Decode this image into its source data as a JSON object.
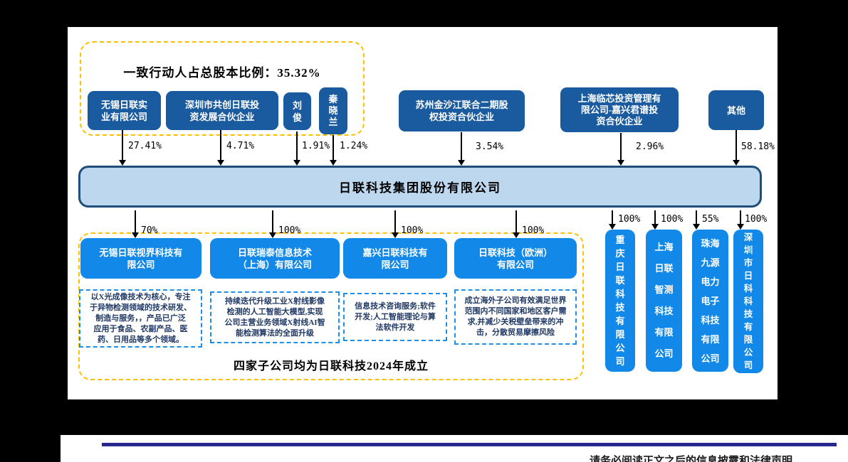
{
  "diagram": {
    "concerted_title": "一致行动人占总股本比例：35.32%",
    "shareholders": [
      {
        "name": "无锡日联实\n业有限公司",
        "pct": "27.41%"
      },
      {
        "name": "深圳市共创日联投\n资发展合伙企业",
        "pct": "4.71%"
      },
      {
        "name": "刘\n俊",
        "pct": "1.91%"
      },
      {
        "name": "秦\n晓\n兰",
        "pct": "1.24%"
      },
      {
        "name": "苏州金沙江联合二期股\n权投资合伙企业",
        "pct": "3.54%"
      },
      {
        "name": "上海临芯投资管理有\n限公司-嘉兴君谱投\n资合伙企业",
        "pct": "2.96%"
      },
      {
        "name": "其他",
        "pct": "58.18%"
      }
    ],
    "parent_company": "日联科技集团股份有限公司",
    "subsidiaries": [
      {
        "name": "无锡日联视界科技有\n限公司",
        "pct": "70%",
        "desc": "以X光成像技术为核心，专注\n于异物检测领域的技术研发、\n制造与服务，，产品已广泛\n应用于食品、农副产品、医\n药、日用品等多个领域。"
      },
      {
        "name": "日联瑞泰信息技术\n（上海）有限公司",
        "pct": "100%",
        "desc": "持续迭代升级工业X射线影像\n检测的人工智能大模型,实现\n公司主营业务领域X射线AI智\n能检测算法的全面升级"
      },
      {
        "name": "嘉兴日联科技有\n限公司",
        "pct": "100%",
        "desc": "信息技术咨询服务;软件\n开发;人工智能理论与算\n法软件开发"
      },
      {
        "name": "日联科技（欧洲）\n有限公司",
        "pct": "100%",
        "desc": "成立海外子公司有效满足世界\n范围内不同国家和地区客户需\n求,并减少关税壁垒带来的冲\n击，分散贸易摩擦风险"
      }
    ],
    "note": "四家子公司均为日联科技2024年成立",
    "holdings": [
      {
        "name": "重\n庆\n日\n联\n科\n技\n有\n限\n公\n司",
        "pct": "100%"
      },
      {
        "name": "上海\n日联\n智测\n科技\n有限\n公司",
        "pct": "100%"
      },
      {
        "name": "珠海\n九源\n电力\n电子\n科技\n有限\n公司",
        "pct": "55%"
      },
      {
        "name": "深\n圳\n市\n日\n科\n科\n技\n有\n限\n公\n司",
        "pct": "100%"
      }
    ]
  },
  "footer": {
    "disclaimer": "请务必阅读正文之后的信息披露和法律声明"
  },
  "colors": {
    "box-dark": "#1A5A9E",
    "box-bright": "#1289E8",
    "bar-fill": "#BDD7EE",
    "bar-border": "#1F4E79",
    "dashed-orange": "#FFC000",
    "desc-border": "#1E8FE8",
    "desc-text": "#1F3864",
    "footer-line": "#28288C"
  }
}
